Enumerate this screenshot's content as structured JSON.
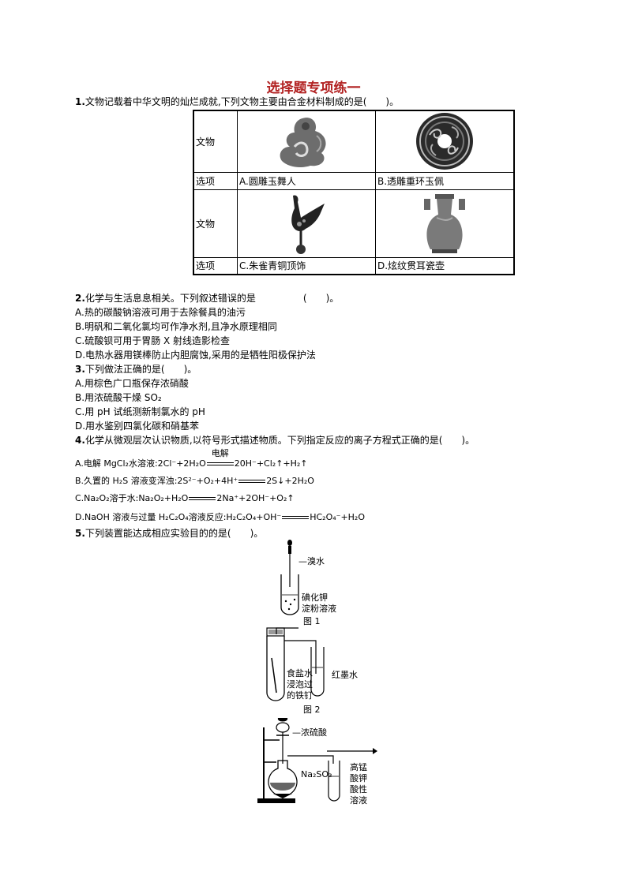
{
  "title": "选择题专项练一",
  "q1": {
    "num": "1.",
    "text": "文物记载着中华文明的灿烂成就,下列文物主要由合金材料制成的是(　　)。",
    "row_label_relic": "文物",
    "row_label_option": "选项",
    "options": [
      "A.圆雕玉舞人",
      "B.透雕重环玉佩",
      "C.朱雀青铜顶饰",
      "D.炫纹贯耳瓷壶"
    ]
  },
  "q2": {
    "num": "2.",
    "text": "化学与生活息息相关。下列叙述错误的是　　　　　(　　)。",
    "options": [
      "A.热的碳酸钠溶液可用于去除餐具的油污",
      "B.明矾和二氧化氯均可作净水剂,且净水原理相同",
      "C.硫酸钡可用于胃肠 X 射线造影检查",
      "D.电热水器用镁棒防止内胆腐蚀,采用的是牺牲阳极保护法"
    ]
  },
  "q3": {
    "num": "3.",
    "text": "下列做法正确的是(　　)。",
    "options": [
      "A.用棕色广口瓶保存浓硝酸",
      "B.用浓硫酸干燥 SO₂",
      "C.用 pH 试纸测新制氯水的 pH",
      "D.用水鉴别四氯化碳和硝基苯"
    ]
  },
  "q4": {
    "num": "4.",
    "text": "化学从微观层次认识物质,以符号形式描述物质。下列指定反应的离子方程式正确的是(　　)。",
    "condition": "电解",
    "options": [
      "A.电解 MgCl₂水溶液:2Cl⁻+2H₂O",
      "20H⁻+Cl₂↑+H₂↑",
      "B.久置的 H₂S 溶液变浑浊:2S²⁻+O₂+4H⁺",
      "2S↓+2H₂O",
      "C.Na₂O₂溶于水:Na₂O₂+H₂O",
      "2Na⁺+2OH⁻+O₂↑",
      "D.NaOH 溶液与过量 H₂C₂O₄溶液反应:H₂C₂O₄+OH⁻",
      "HC₂O₄⁻+H₂O"
    ]
  },
  "q5": {
    "num": "5.",
    "text": "下列装置能达成相应实验目的的是(　　)。",
    "fig1": {
      "label1": "溴水",
      "label2": "碘化钾",
      "label3": "淀粉溶液",
      "caption": "图 1"
    },
    "fig2": {
      "label1": "食盐水",
      "label2": "浸泡过",
      "label3": "的铁钉",
      "label4": "红墨水",
      "caption": "图 2"
    },
    "fig3": {
      "label1": "浓硫酸",
      "label2": "Na₂SO₃",
      "label3": "高锰",
      "label4": "酸钾",
      "label5": "酸性",
      "label6": "溶液"
    }
  }
}
